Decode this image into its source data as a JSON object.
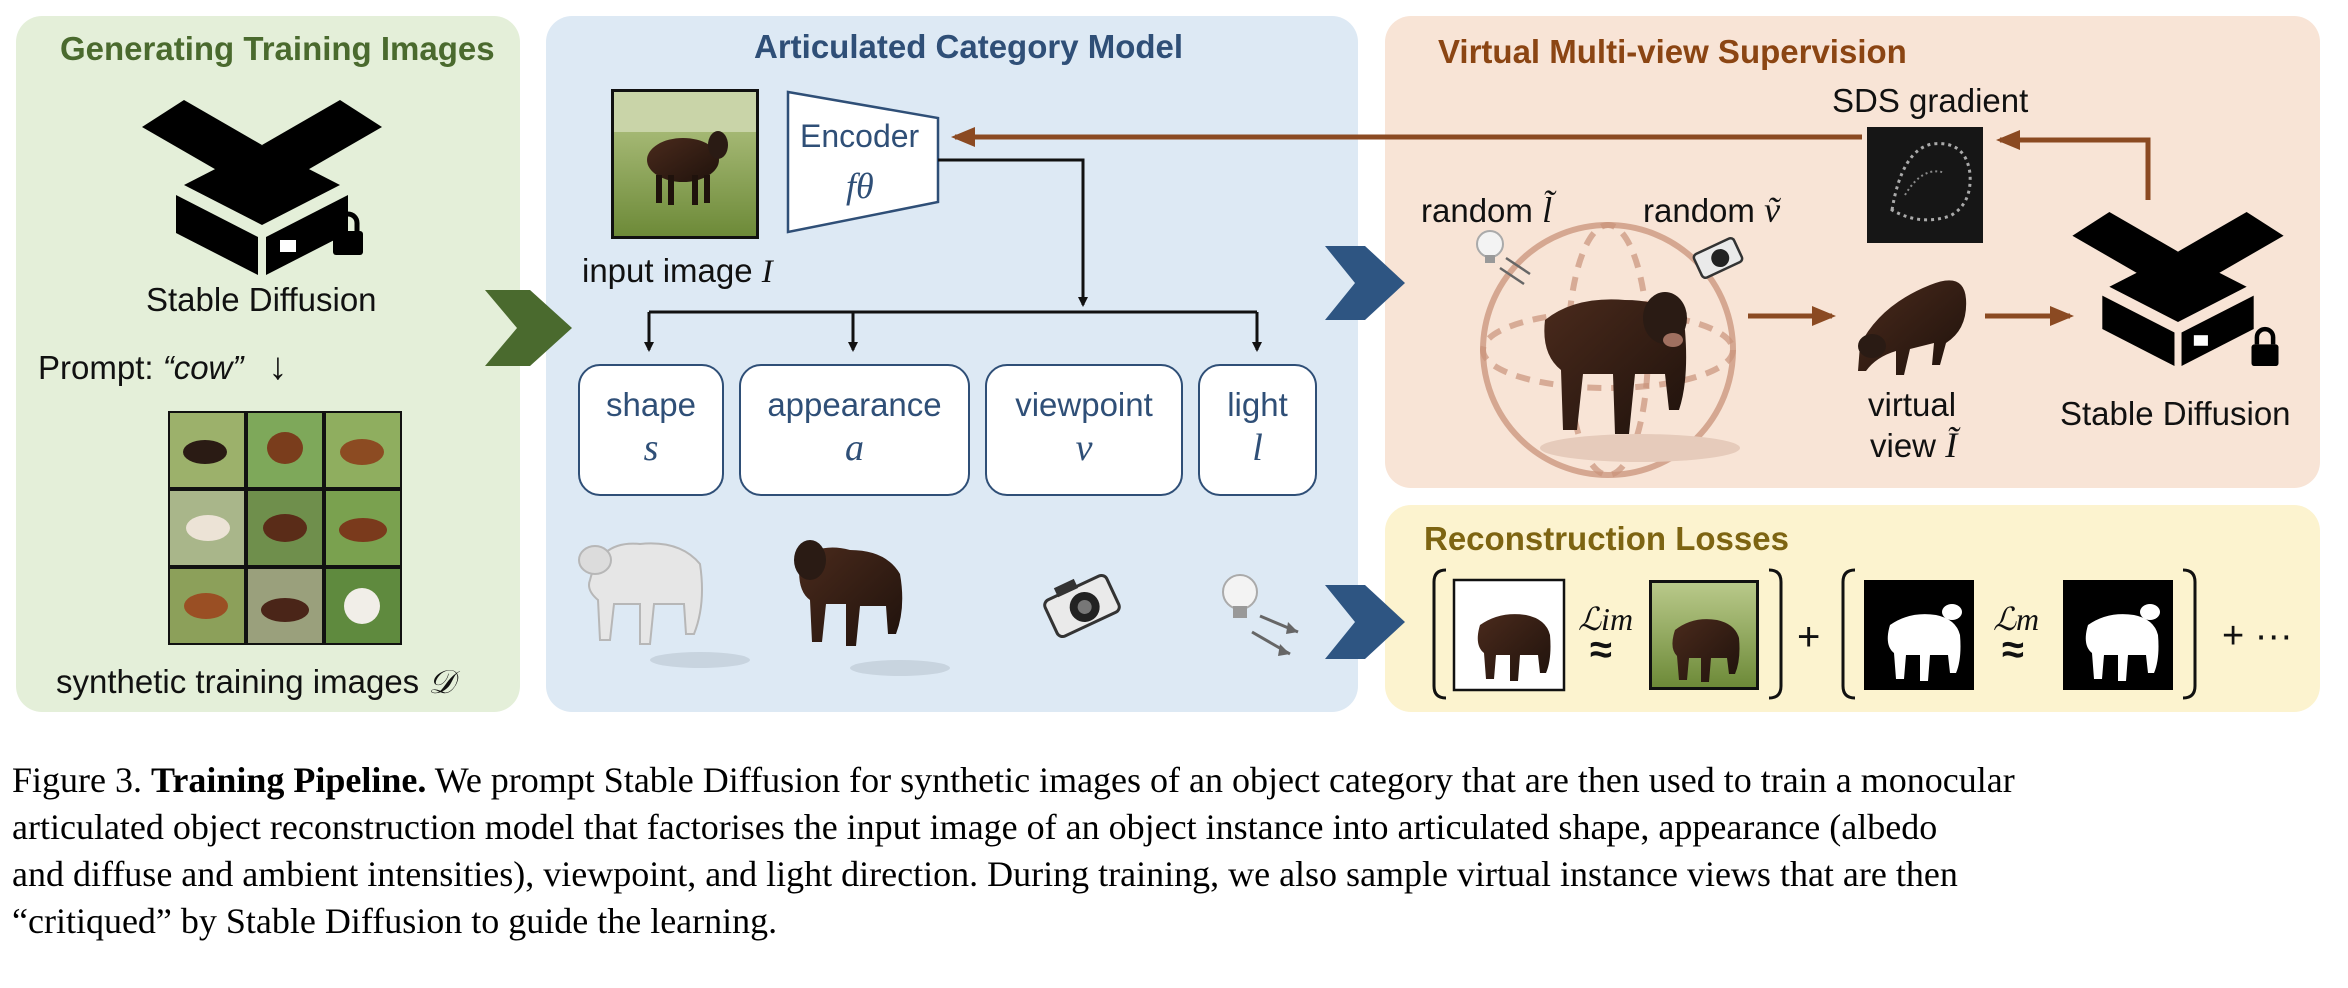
{
  "gen": {
    "title": "Generating Training Images",
    "sd_label": "Stable Diffusion",
    "prompt_prefix": "Prompt: ",
    "prompt_word": "“cow”",
    "prompt_arrow": "↓",
    "synthetic_label": "synthetic training images",
    "synthetic_symbol": "𝒟"
  },
  "model": {
    "title": "Articulated Category Model",
    "input_label": "input image",
    "input_symbol": "I",
    "encoder_label": "Encoder",
    "encoder_symbol": "fθ",
    "outputs": [
      {
        "label": "shape",
        "symbol": "s"
      },
      {
        "label": "appearance",
        "symbol": "a"
      },
      {
        "label": "viewpoint",
        "symbol": "v"
      },
      {
        "label": "light",
        "symbol": "l"
      }
    ]
  },
  "virtual": {
    "title": "Virtual Multi-view Supervision",
    "sds_label": "SDS gradient",
    "random_light_label": "random",
    "random_light_symbol": "l̃",
    "random_view_label": "random",
    "random_view_symbol": "ṽ",
    "virtual_label_1": "virtual",
    "virtual_label_2": "view",
    "virtual_symbol": "Ĩ",
    "sd_label": "Stable Diffusion"
  },
  "recon": {
    "title": "Reconstruction Losses",
    "loss_im": "ℒim",
    "loss_m": "ℒm",
    "approx": "≈",
    "plus": "+",
    "plus_more": "+ ···"
  },
  "caption": {
    "figure_num": "Figure 3.",
    "bold_title": "Training Pipeline.",
    "line1": " We prompt Stable Diffusion for synthetic images of an object category that are then used to train a monocular",
    "line2": "articulated object reconstruction model that factorises the input image of an object instance into articulated shape, appearance (albedo",
    "line3": "and diffuse and ambient intensities), viewpoint, and light direction.  During training, we also sample virtual instance views that are then",
    "line4": "“critiqued” by Stable Diffusion to guide the learning."
  },
  "colors": {
    "green_panel": "#e4efd9",
    "green_title": "#4a6a2e",
    "blue_panel": "#dde9f4",
    "blue_title": "#2f4f77",
    "orange_panel": "#f8e4d6",
    "orange_title": "#8b4513",
    "yellow_panel": "#fcf3cf",
    "yellow_title": "#7d6412",
    "arrow_brown": "#8b4a22",
    "arrow_blue": "#2e5582",
    "arrow_green": "#4a6a2e"
  }
}
